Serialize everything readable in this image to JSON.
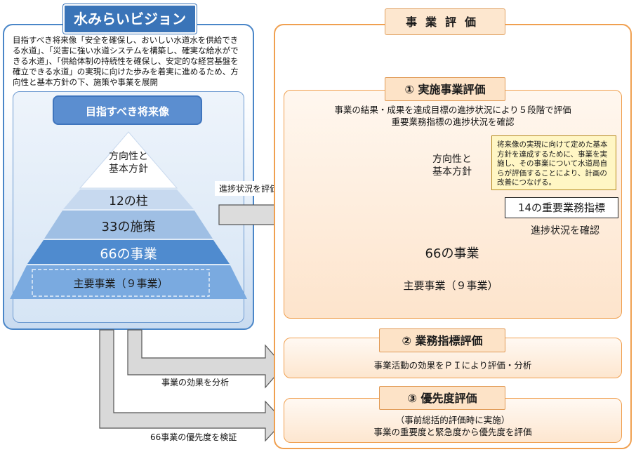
{
  "left": {
    "title": "水みらいビジョン",
    "description": "目指すべき将来像「安全を確保し、おいしい水道水を供給できる水道」、「災害に強い水道システムを構築し、確実な給水ができる水道」、「供給体制の持続性を確保し、安定的な経営基盤を確立できる水道」の実現に向けた歩みを着実に進めるため、方向性と基本方針の下、施策や事業を展開",
    "goal_label": "目指すべき将来像",
    "pyramid": {
      "top": "方向性と\n基本方針",
      "level1": "12の柱",
      "level2": "33の施策",
      "level3": "66の事業",
      "level4": "主要事業（９事業）"
    }
  },
  "arrows": {
    "progress_label": "進捗状況を評価",
    "effect_label": "事業の効果を分析",
    "priority_label": "66事業の優先度を検証"
  },
  "right": {
    "title": "事業評価",
    "section1": {
      "title": "①  実施事業評価",
      "line1": "事業の結果・成果を達成目標の進捗状況により５段階で評価",
      "line2": "重要業務指標の進捗状況を確認",
      "pyramid_top": "方向性と\n基本方針",
      "pyramid_level": "66の事業",
      "pyramid_bottom": "主要事業（９事業）",
      "note": "将来像の実現に向けて定めた基本方針を達成するために、事業を実施し、その事業について水道局自らが評価することにより、計画の改善につなげる。",
      "kpi_label": "14の重要業務指標",
      "kpi_sub": "進捗状況を確認"
    },
    "section2": {
      "title": "②  業務指標評価",
      "text": "事業活動の効果をＰＩにより評価・分析"
    },
    "section3": {
      "title": "③  優先度評価",
      "line1": "（事前総括的評価時に実施）",
      "line2": "事業の重要度と緊急度から優先度を評価"
    }
  },
  "colors": {
    "blue_accent": "#3a74b8",
    "orange_accent": "#f0a050",
    "note_bg": "#fff6c4"
  }
}
